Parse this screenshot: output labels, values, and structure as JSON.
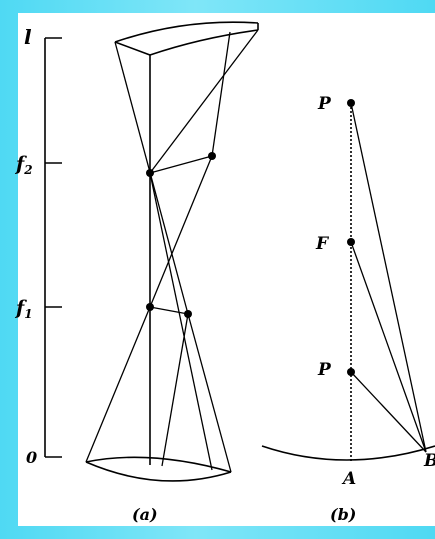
{
  "figure_a": {
    "axis_labels": {
      "top": "l",
      "f2": "f2",
      "f1": "f1",
      "bottom": "0"
    },
    "caption": "(a)"
  },
  "figure_b": {
    "point_labels": {
      "p_top": "P",
      "f": "F",
      "p_bottom": "P",
      "a": "A",
      "right_edge": "B"
    },
    "caption": "(b)"
  }
}
